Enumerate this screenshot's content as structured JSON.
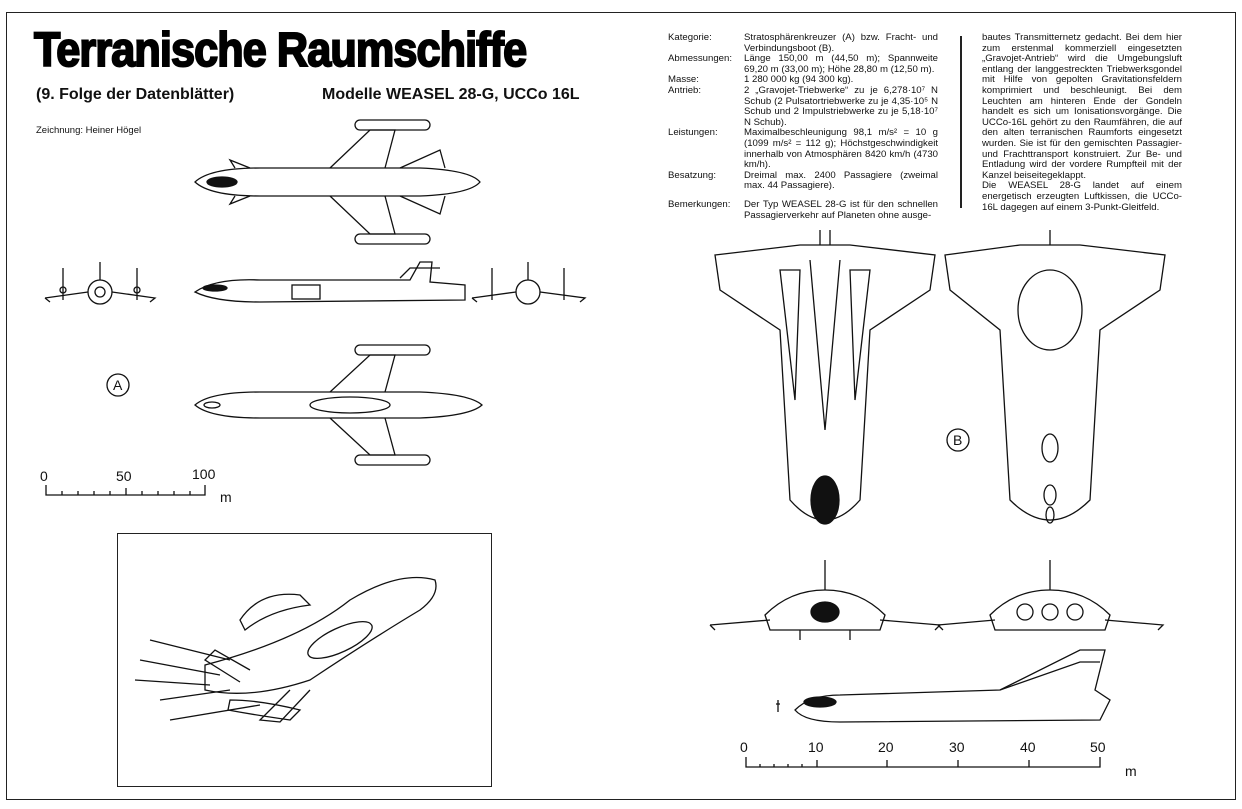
{
  "header": {
    "title": "Terranische Raumschiffe",
    "series": "(9. Folge der Datenblätter)",
    "models": "Modelle WEASEL 28-G, UCCo 16L",
    "credit": "Zeichnung: Heiner Högel"
  },
  "specs": [
    {
      "label": "Kategorie:",
      "value": "Stratosphärenkreuzer (A) bzw. Fracht- und Verbindungsboot (B)."
    },
    {
      "label": "Abmessungen:",
      "value": "Länge 150,00 m (44,50 m); Spannweite 69,20 m (33,00 m); Höhe 28,80 m (12,50 m)."
    },
    {
      "label": "Masse:",
      "value": "1 280 000 kg (94 300 kg)."
    },
    {
      "label": "Antrieb:",
      "value": "2 „Gravojet-Triebwerke“ zu je 6,278·10⁷ N Schub (2 Pulsatortriebwerke zu je 4,35·10⁵ N Schub und 2 Impulstriebwerke zu je 5,18·10⁷ N Schub)."
    },
    {
      "label": "Leistungen:",
      "value": "Maximalbeschleunigung 98,1 m/s² = 10 g (1099 m/s² = 112 g); Höchstgeschwindigkeit innerhalb von Atmosphären 8420 km/h (4730 km/h)."
    },
    {
      "label": "Besatzung:",
      "value": "Dreimal max. 2400 Passagiere (zweimal max. 44 Passagiere)."
    }
  ],
  "remarks": {
    "label": "Bemerkungen:",
    "value": "Der Typ WEASEL 28-G ist für den schnellen Passagierverkehr auf Planeten ohne ausge-",
    "continued": "bautes Transmitternetz gedacht. Bei dem hier zum erstenmal kommerziell eingesetzten „Gravojet-Antrieb“ wird die Umgebungsluft entlang der langgestreckten Triebwerksgondel mit Hilfe von gepolten Gravitationsfeldern komprimiert und beschleunigt. Bei dem Leuchten am hinteren Ende der Gondeln handelt es sich um Ionisationsvorgänge. Die UCCo-16L gehört zu den Raumfähren, die auf den alten terranischen Raumforts eingesetzt wurden. Sie ist für den gemischten Passagier- und Frachttransport konstruiert. Zur Be- und Entladung wird der vordere Rumpfteil mit der Kanzel beiseitegeklappt.",
    "final": "Die WEASEL 28-G landet auf einem energetisch erzeugten Luftkissen, die UCCo-16L dagegen auf einem 3-Punkt-Gleitfeld."
  },
  "labels": {
    "a": "A",
    "b": "B"
  },
  "scale_a": {
    "ticks": [
      "0",
      "50",
      "100"
    ],
    "unit": "m"
  },
  "scale_b": {
    "ticks": [
      "0",
      "10",
      "20",
      "30",
      "40",
      "50"
    ],
    "unit": "m"
  }
}
